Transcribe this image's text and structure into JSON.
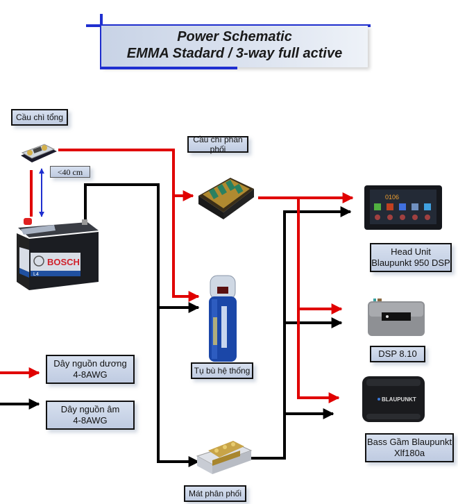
{
  "title": {
    "line1": "Power Schematic",
    "line2": "EMMA Stadard / 3-way full active"
  },
  "colors": {
    "positive_wire": "#e00000",
    "negative_wire": "#000000",
    "measure_arrow": "#1f2fd0",
    "title_accent": "#1f2fd0",
    "label_fill": "#c8d3e6"
  },
  "components": {
    "main_fuse": {
      "label": "Cầu chì tổng",
      "icon": "inline-fuse-holder-icon"
    },
    "distance_note": {
      "label": "<40 cm"
    },
    "distribution_fuse": {
      "label": "Cầu chì phân phối",
      "icon": "fuse-distribution-block-icon"
    },
    "battery": {
      "label": "BOSCH",
      "model": "L4",
      "icon": "car-battery-icon"
    },
    "capacitor": {
      "label": "Tụ bù hệ thống",
      "icon": "capacitor-icon"
    },
    "ground_block": {
      "label": "Mát phân phối",
      "icon": "ground-distribution-block-icon"
    },
    "head_unit": {
      "label_line1": "Head Unit",
      "label_line2": "Blaupunkt 950 DSP",
      "screen_time": "0106",
      "icon": "head-unit-icon"
    },
    "dsp": {
      "label": "DSP 8.10",
      "icon": "dsp-amplifier-icon"
    },
    "subwoofer": {
      "label_line1": "Bass Gầm Blaupunkt",
      "label_line2": "Xlf180a",
      "brand": "BLAUPUNKT",
      "icon": "underseat-subwoofer-icon"
    }
  },
  "legend": [
    {
      "line1": "Dây nguồn dương",
      "line2": "4-8AWG",
      "color": "#e00000"
    },
    {
      "line1": "Dây nguồn âm",
      "line2": "4-8AWG",
      "color": "#000000"
    }
  ]
}
